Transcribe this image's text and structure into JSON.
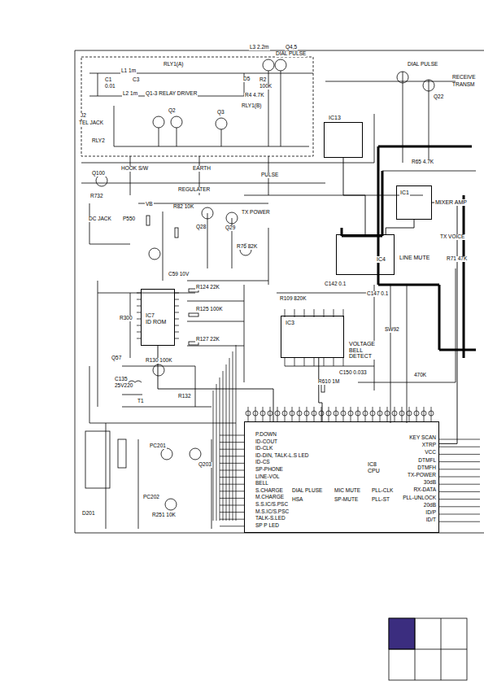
{
  "diagram": {
    "nodes": [
      {
        "text": [
          "IC13"
        ]
      },
      {
        "text": [
          "IC1",
          "MIXER AMP"
        ]
      },
      {
        "text": [
          "IC4",
          "LINE MUTE"
        ]
      },
      {
        "text": [
          "IC7",
          "ID ROM"
        ]
      },
      {
        "text": [
          "IC3",
          "VOLTAGE BELL DETECT"
        ]
      },
      {
        "text": [
          "IC8",
          "CPU"
        ]
      }
    ],
    "edges": [
      {
        "from": 3,
        "to": 5,
        "arrow": "none"
      },
      {
        "from": 4,
        "to": 5,
        "arrow": "none"
      },
      {
        "from": 0,
        "to": 2,
        "arrow": "none"
      },
      {
        "from": 2,
        "to": 1,
        "arrow": "none"
      },
      {
        "from": 1,
        "to": 5,
        "arrow": "none"
      }
    ],
    "labels": [
      "RLY1(A)",
      "L3 2.2m",
      "Q4,5",
      "DIAL PULSE",
      "L1 1m",
      "C1",
      "0.01",
      "C3",
      "L2 1m",
      "Q1-3 RELAY DRIVER",
      "D5",
      "R2",
      "100K",
      "R4 4.7K",
      "RLY1(B)",
      "J2",
      "TEL JACK",
      "RLY2",
      "Q2",
      "Q3",
      "HOOK S/W",
      "EARTH",
      "PULSE",
      "DIAL PULSE",
      "RECEIVE",
      "TRANSM",
      "Q22",
      "R65 4.7K",
      "Q100",
      "R732",
      "DC JACK",
      "P550",
      "REGULATER",
      "R82 10K",
      "VB",
      "TX POWER",
      "Q29",
      "Q28",
      "R76 82K",
      "C59 10V",
      "R124 22K",
      "R125 100K",
      "R127 22K",
      "R130 100K",
      "R300",
      "R109 820K",
      "C142 0.1",
      "C147 0.1",
      "SW92",
      "R610 1M",
      "C150 0.033",
      "470K",
      "Q57",
      "C135",
      "25V220",
      "T1",
      "R132",
      "PC201",
      "Q203",
      "PC202",
      "R251 10K",
      "D201",
      "TX VOICE",
      "R71 47K",
      "DIAL PLUSE",
      "HSA",
      "MIC MUTE",
      "SP-MUTE",
      "PLL-CLK",
      "PLL-ST",
      "P.DOWN",
      "ID-COUT",
      "ID-CLK",
      "ID-DIN, TALK-L.S LED",
      "ID-CS",
      "SP-PHONE",
      "LINE-VOL",
      "BELL",
      "S.CHARGE",
      "M.CHARGE",
      "S.S.IC/S.PSC",
      "M.S.IC/S.PSC",
      "TALK-S.LED",
      "SP P LED",
      "KEY SCAN",
      "XTRP",
      "VCC",
      "DTMFL",
      "DTMFH",
      "TX-POWER",
      "30dB",
      "RX-DATA",
      "PLL-UNLOCK",
      "20dB",
      "ID/P",
      "ID/T"
    ]
  }
}
